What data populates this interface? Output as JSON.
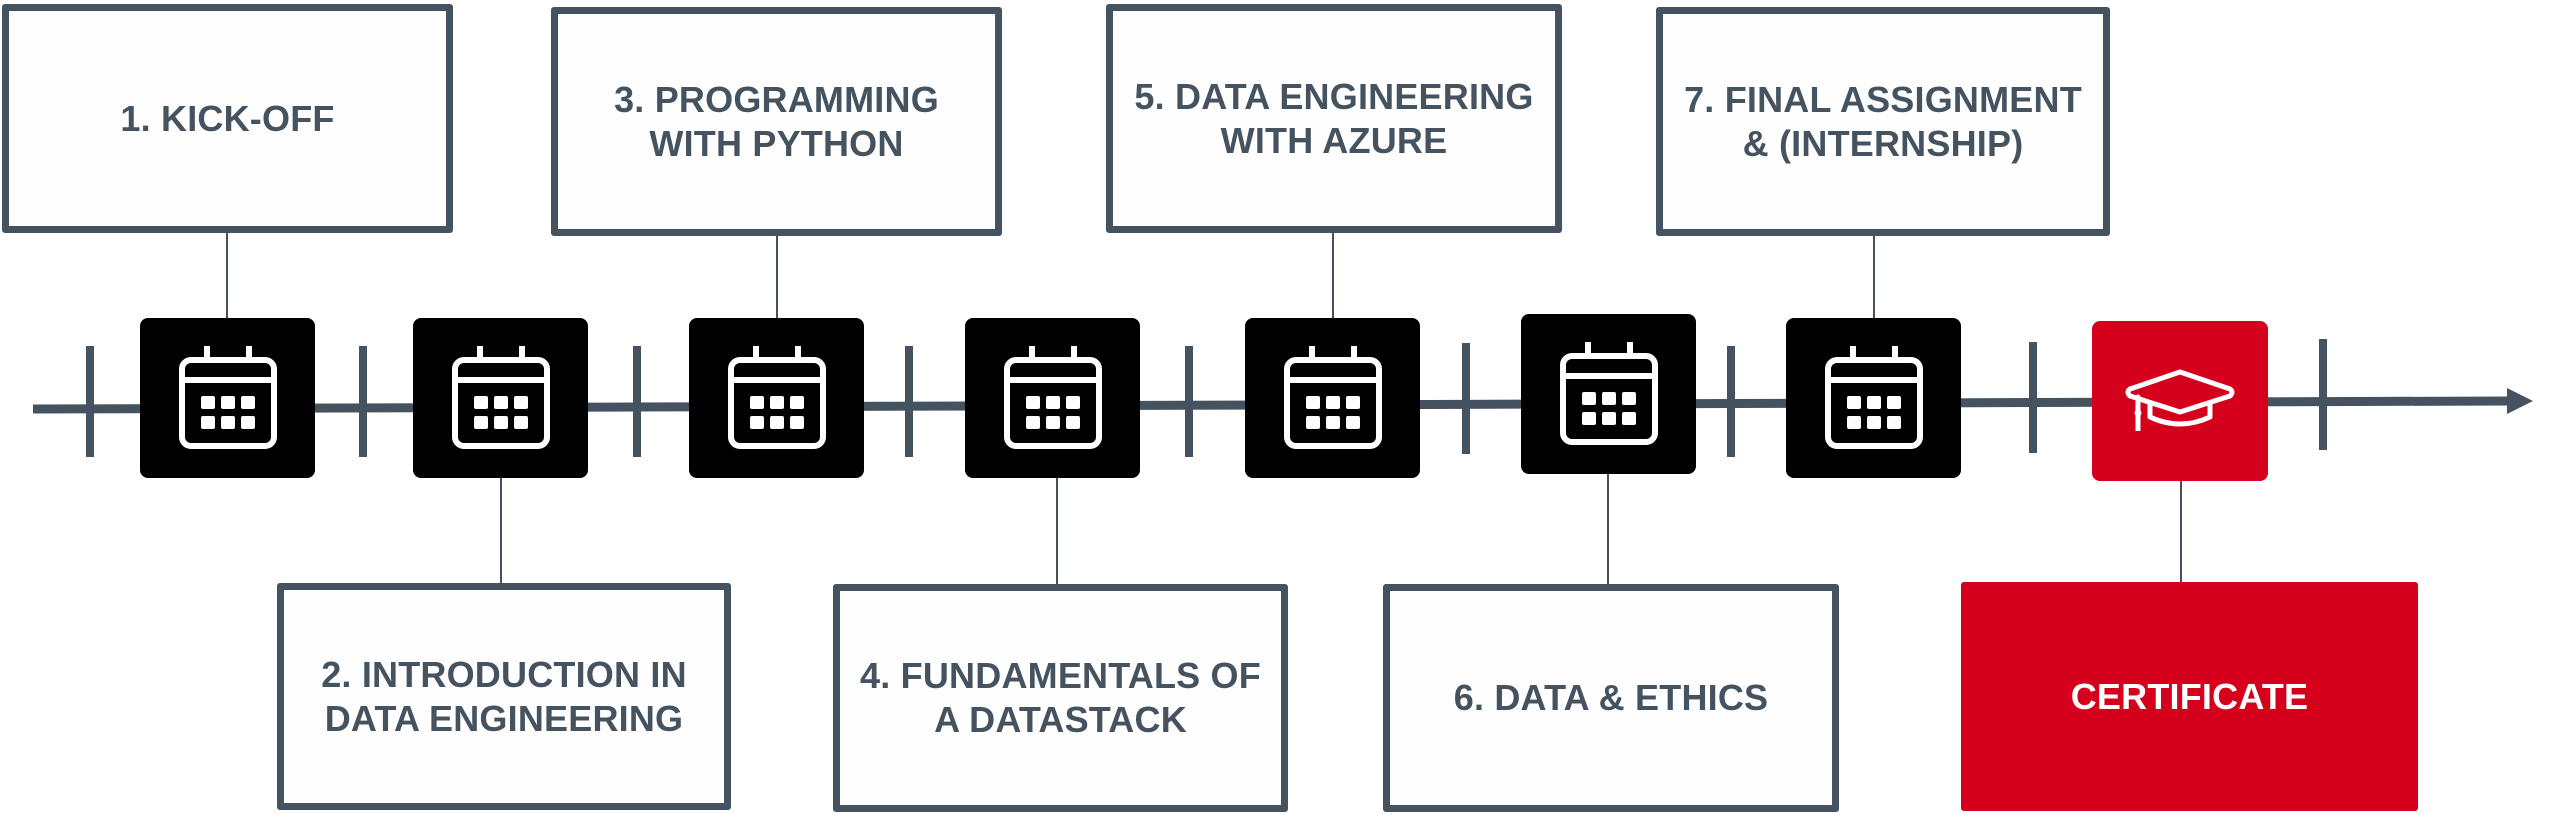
{
  "diagram": {
    "title_hidden": "",
    "colors": {
      "slate": "#44535f",
      "node_dark": "#000000",
      "accent_red": "#d5001c",
      "white": "#ffffff"
    },
    "steps": [
      {
        "number": 1,
        "label": "1. KICK-OFF",
        "position": "top",
        "icon": "calendar-icon"
      },
      {
        "number": 2,
        "label": "2. INTRODUCTION IN\nDATA ENGINEERING",
        "position": "bottom",
        "icon": "calendar-icon"
      },
      {
        "number": 3,
        "label": "3. PROGRAMMING\nWITH PYTHON",
        "position": "top",
        "icon": "calendar-icon"
      },
      {
        "number": 4,
        "label": "4. FUNDAMENTALS OF\nA DATASTACK",
        "position": "bottom",
        "icon": "calendar-icon"
      },
      {
        "number": 5,
        "label": "5. DATA ENGINEERING\nWITH AZURE",
        "position": "top",
        "icon": "calendar-icon"
      },
      {
        "number": 6,
        "label": "6. DATA & ETHICS",
        "position": "bottom",
        "icon": "calendar-icon"
      },
      {
        "number": 7,
        "label": "7. FINAL ASSIGNMENT\n& (INTERNSHIP)",
        "position": "top",
        "icon": "calendar-icon"
      }
    ],
    "final": {
      "label": "CERTIFICATE",
      "position": "bottom",
      "icon": "graduation-cap-icon"
    }
  }
}
